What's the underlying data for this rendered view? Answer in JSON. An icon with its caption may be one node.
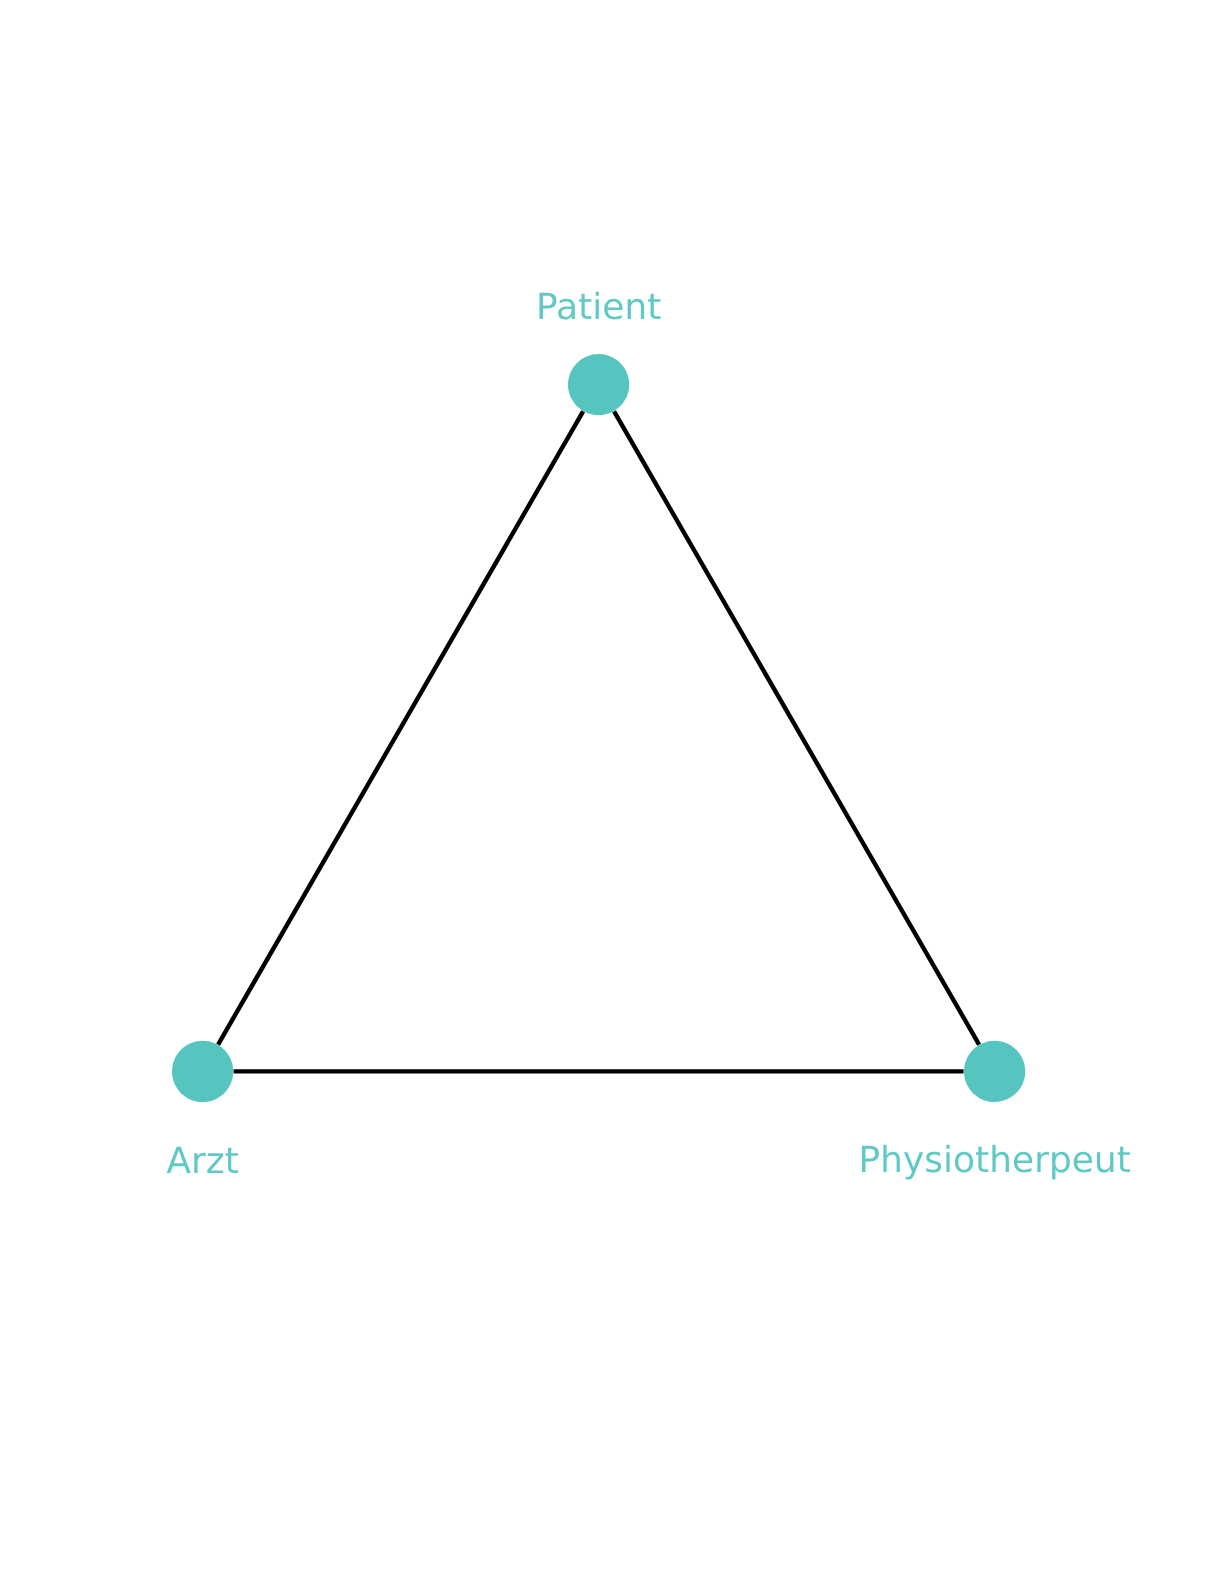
{
  "diagram": {
    "nodes": [
      {
        "text": [],
        "shape": "circle",
        "beside": [
          "Patient"
        ]
      },
      {
        "text": [],
        "shape": "circle",
        "beside": [
          "Arzt"
        ]
      },
      {
        "text": [],
        "shape": "circle",
        "beside": [
          "Physiotherpeut"
        ]
      }
    ],
    "edges": [
      {
        "from": 0,
        "to": 1,
        "arrow": "none"
      },
      {
        "from": 1,
        "to": 2,
        "arrow": "none"
      },
      {
        "from": 2,
        "to": 0,
        "arrow": "none"
      }
    ]
  }
}
